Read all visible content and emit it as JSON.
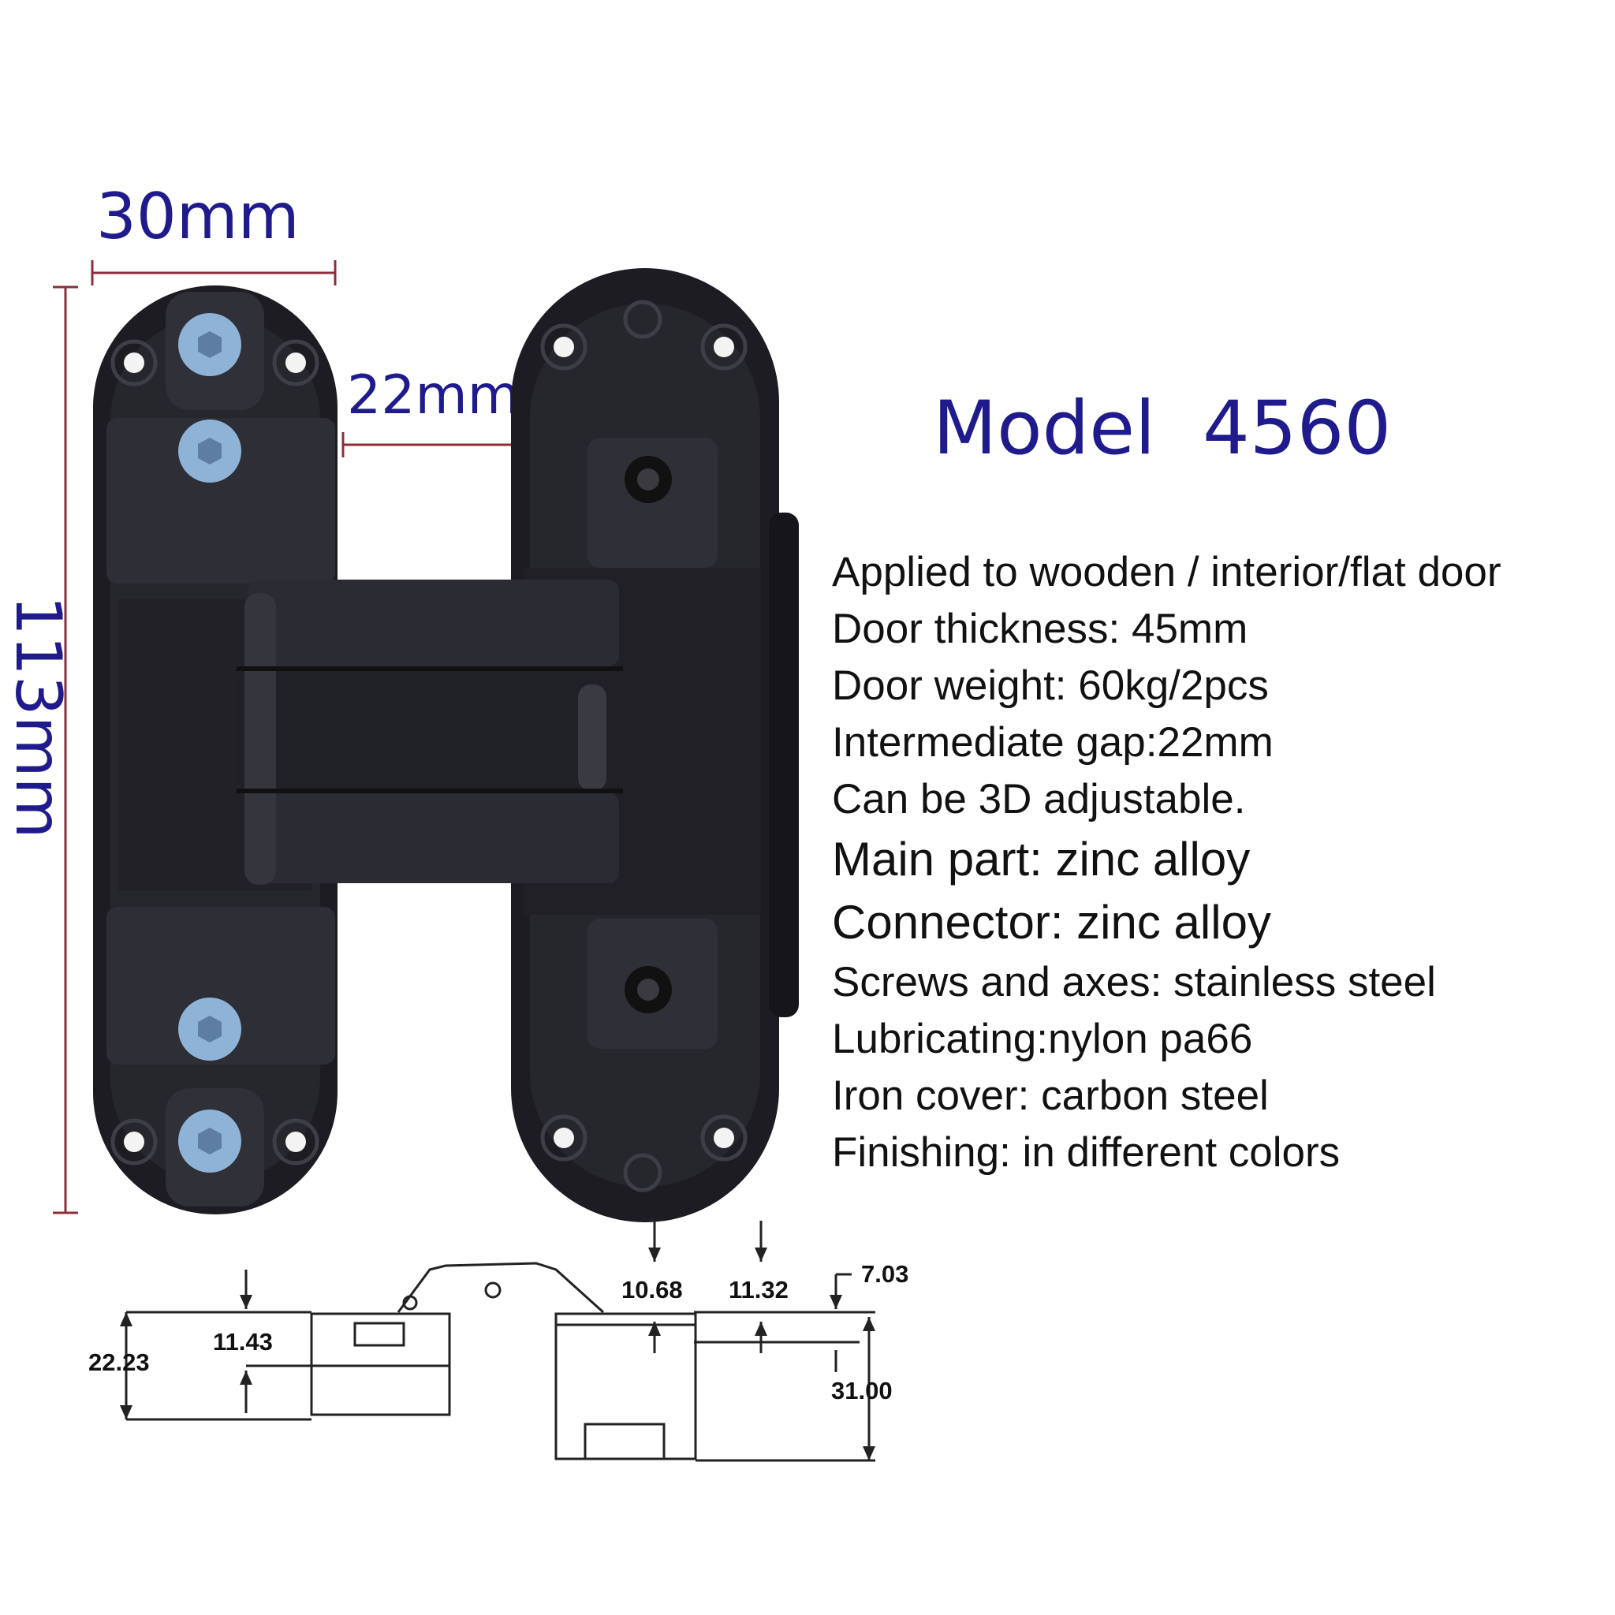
{
  "dimensions": {
    "width": "30mm",
    "gap": "22mm",
    "height": "113mm"
  },
  "model": "Model  4560",
  "specs": [
    "Applied to wooden / interior/flat door",
    "Door thickness: 45mm",
    "Door weight: 60kg/2pcs",
    "Intermediate gap:22mm",
    "Can be 3D adjustable.",
    "Main part: zinc alloy",
    "Connector: zinc alloy",
    "Screws and axes: stainless steel",
    "Lubricating:nylon pa66",
    "Iron cover: carbon steel",
    "Finishing: in different colors"
  ],
  "drawing_labels": {
    "d1": "22.23",
    "d2": "11.43",
    "d3": "10.68",
    "d4": "11.32",
    "d5": "7.03",
    "d6": "31.00"
  },
  "colors": {
    "label_blue": "#1f1b8c",
    "dimension_line": "#8a2f3a",
    "hinge_body": "#1c1c22",
    "screw_blue": "#8fb3d6"
  }
}
